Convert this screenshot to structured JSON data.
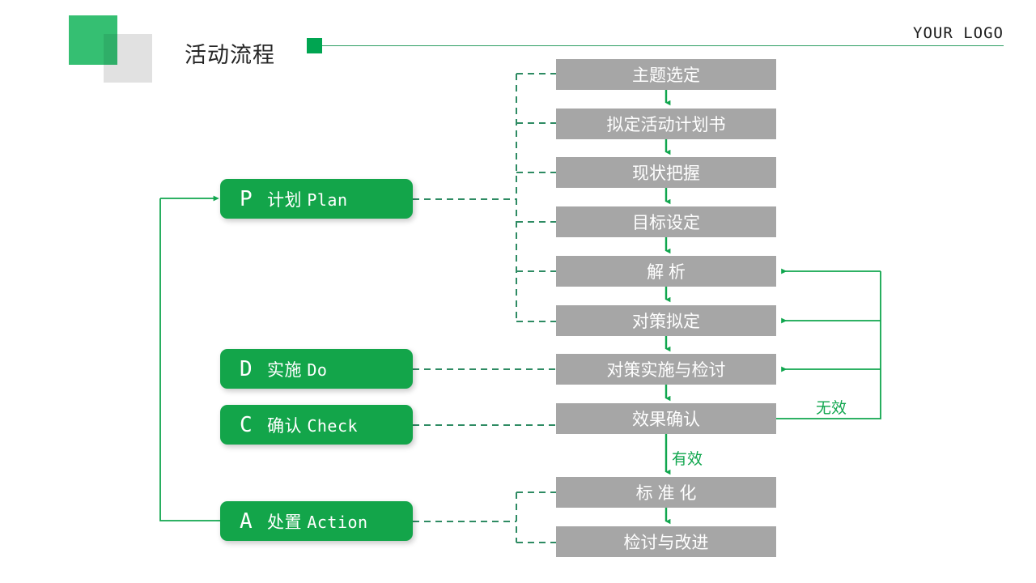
{
  "header": {
    "title": "活动流程",
    "logo_text": "YOUR LOGO",
    "brand_green": "#13a54a",
    "brand_gray": "#a6a6a6",
    "rule_color": "#2e9e63"
  },
  "pdca": [
    {
      "letter": "P",
      "zh": "计划",
      "en": "Plan",
      "name": "plan"
    },
    {
      "letter": "D",
      "zh": "实施",
      "en": "Do",
      "name": "do"
    },
    {
      "letter": "C",
      "zh": "确认",
      "en": "Check",
      "name": "check"
    },
    {
      "letter": "A",
      "zh": "处置",
      "en": "Action",
      "name": "action"
    }
  ],
  "steps": [
    {
      "label": "主题选定",
      "phase": "P"
    },
    {
      "label": "拟定活动计划书",
      "phase": "P"
    },
    {
      "label": "现状把握",
      "phase": "P"
    },
    {
      "label": "目标设定",
      "phase": "P"
    },
    {
      "label": "解 析",
      "phase": "P"
    },
    {
      "label": "对策拟定",
      "phase": "P"
    },
    {
      "label": "对策实施与检讨",
      "phase": "D"
    },
    {
      "label": "效果确认",
      "phase": "C"
    },
    {
      "label": "标 准 化",
      "phase": "A"
    },
    {
      "label": "检讨与改进",
      "phase": "A"
    }
  ],
  "decision_labels": {
    "invalid": "无效",
    "valid": "有效"
  },
  "colors": {
    "accent_green": "#10a64e",
    "box_green": "#13a54a",
    "box_gray": "#a6a6a6",
    "dashed_green": "#2e8b63",
    "logo_gray": "#e1e1e1",
    "logo_green": "#35bf72"
  }
}
